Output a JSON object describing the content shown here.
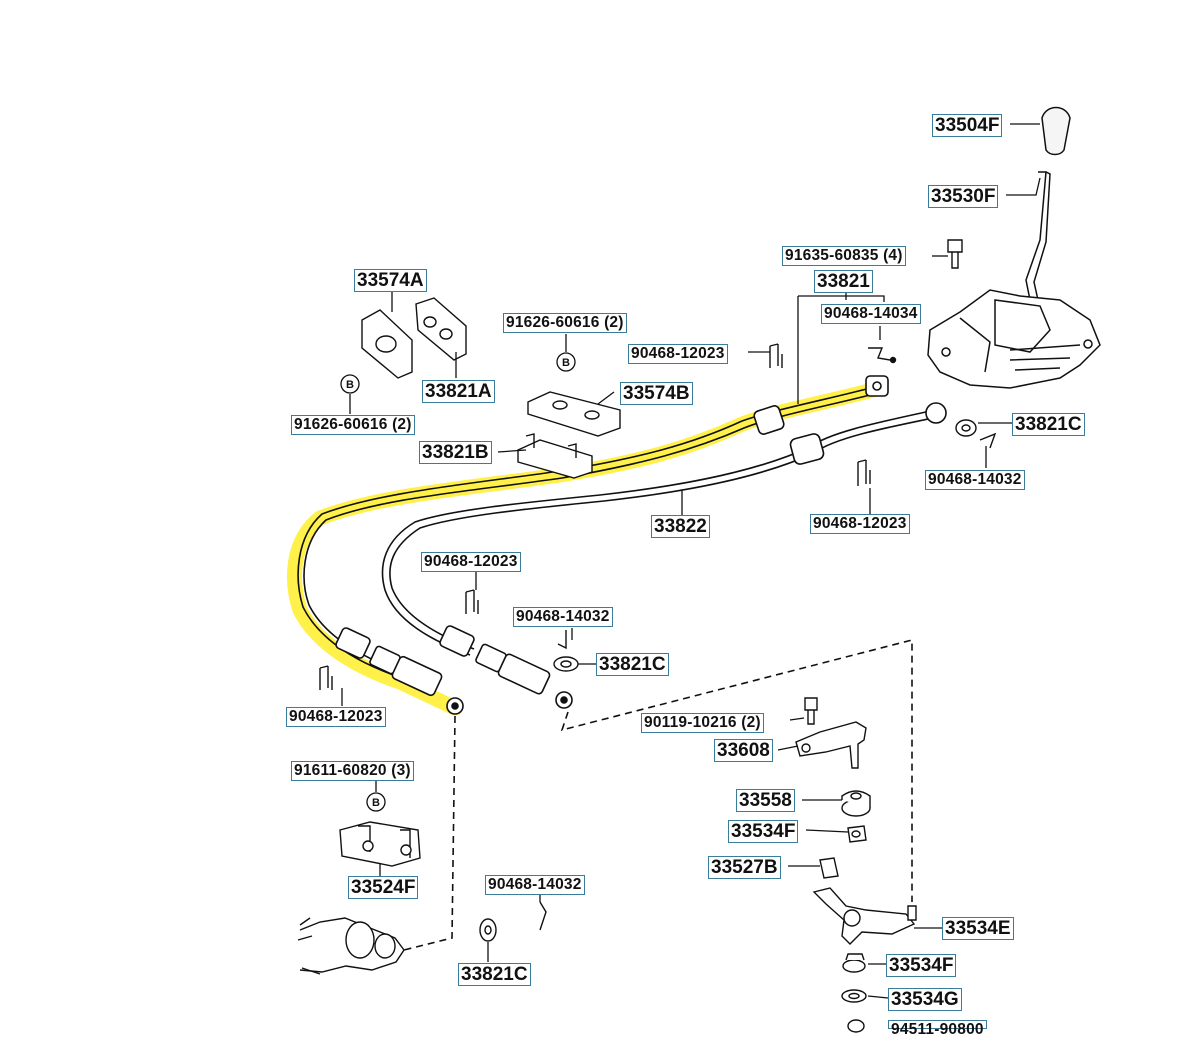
{
  "diagram": {
    "labels": {
      "p33504F": "33504F",
      "p33530F": "33530F",
      "p91635": "91635-60835 (4)",
      "p33821": "33821",
      "p90468_14034a": "90468-14034",
      "p90468_12023a": "90468-12023",
      "p91626_top": "91626-60616 (2)",
      "p33574A": "33574A",
      "p33821A": "33821A",
      "p91626_left": "91626-60616 (2)",
      "p33574B": "33574B",
      "p33821B": "33821B",
      "p33821C_r": "33821C",
      "p90468_14032_r": "90468-14032",
      "p33822": "33822",
      "p90468_12023_r": "90468-12023",
      "p90468_12023_m": "90468-12023",
      "p90468_14032_m": "90468-14032",
      "p33821C_m": "33821C",
      "p90468_12023_l": "90468-12023",
      "p91611": "91611-60820 (3)",
      "p90119": "90119-10216 (2)",
      "p33608": "33608",
      "p33558": "33558",
      "p33534F_a": "33534F",
      "p33527B": "33527B",
      "p33524F": "33524F",
      "p90468_14032_b": "90468-14032",
      "p33821C_b": "33821C",
      "p33534E": "33534E",
      "p33534F_b": "33534F",
      "p33534G": "33534G",
      "p94511": "94511-90800"
    },
    "bolt_marker": "B",
    "highlight_color": "#fff04a",
    "outline_color": "#3a7d9a"
  }
}
